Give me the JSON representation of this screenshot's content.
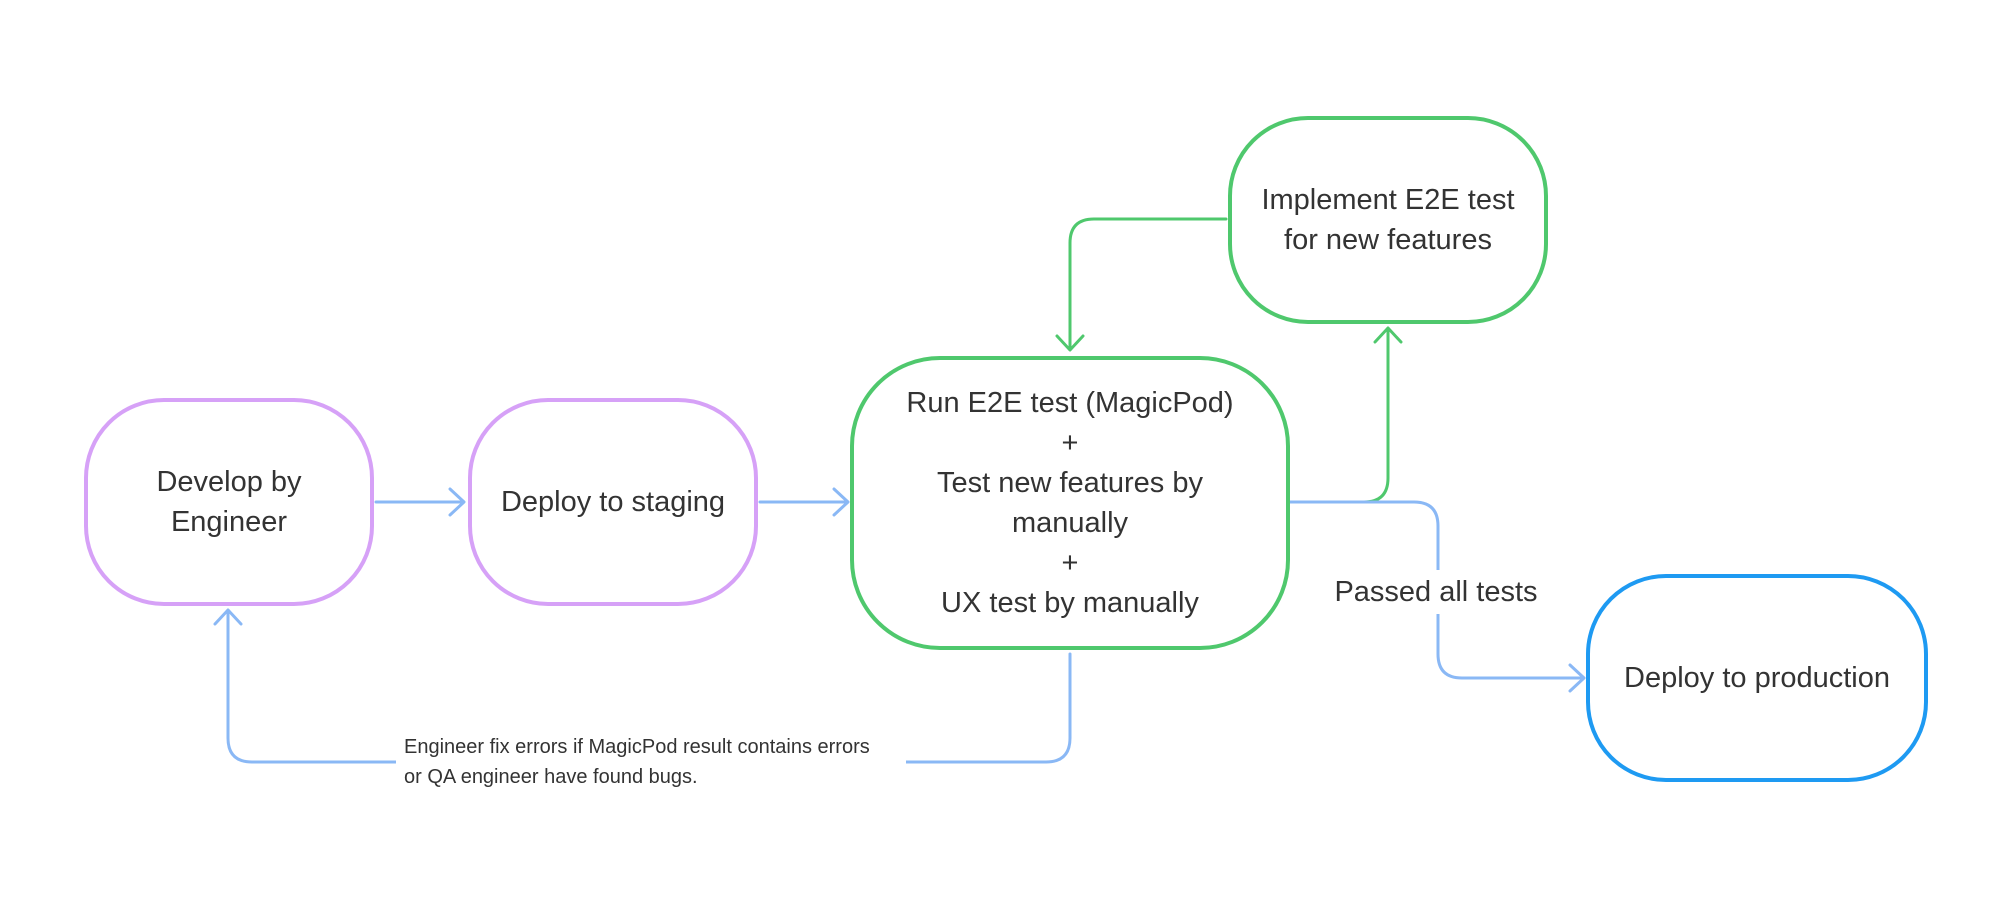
{
  "colors": {
    "purple": "#d6a1f7",
    "green": "#4fc86d",
    "blue_node": "#1e9af2",
    "edge_blue": "#8ab8f5",
    "edge_green": "#4fc86d",
    "text": "#333333"
  },
  "nodes": {
    "develop": "Develop by\nEngineer",
    "staging": "Deploy to staging",
    "run_e2e": "Run E2E test (MagicPod)\n+\nTest new features by\nmanually\n+\nUX test by manually",
    "implement": "Implement E2E test\nfor new features",
    "production": "Deploy to production"
  },
  "edge_labels": {
    "passed": "Passed all tests",
    "fix": "Engineer fix errors if MagicPod result contains errors\nor QA engineer have found bugs."
  }
}
